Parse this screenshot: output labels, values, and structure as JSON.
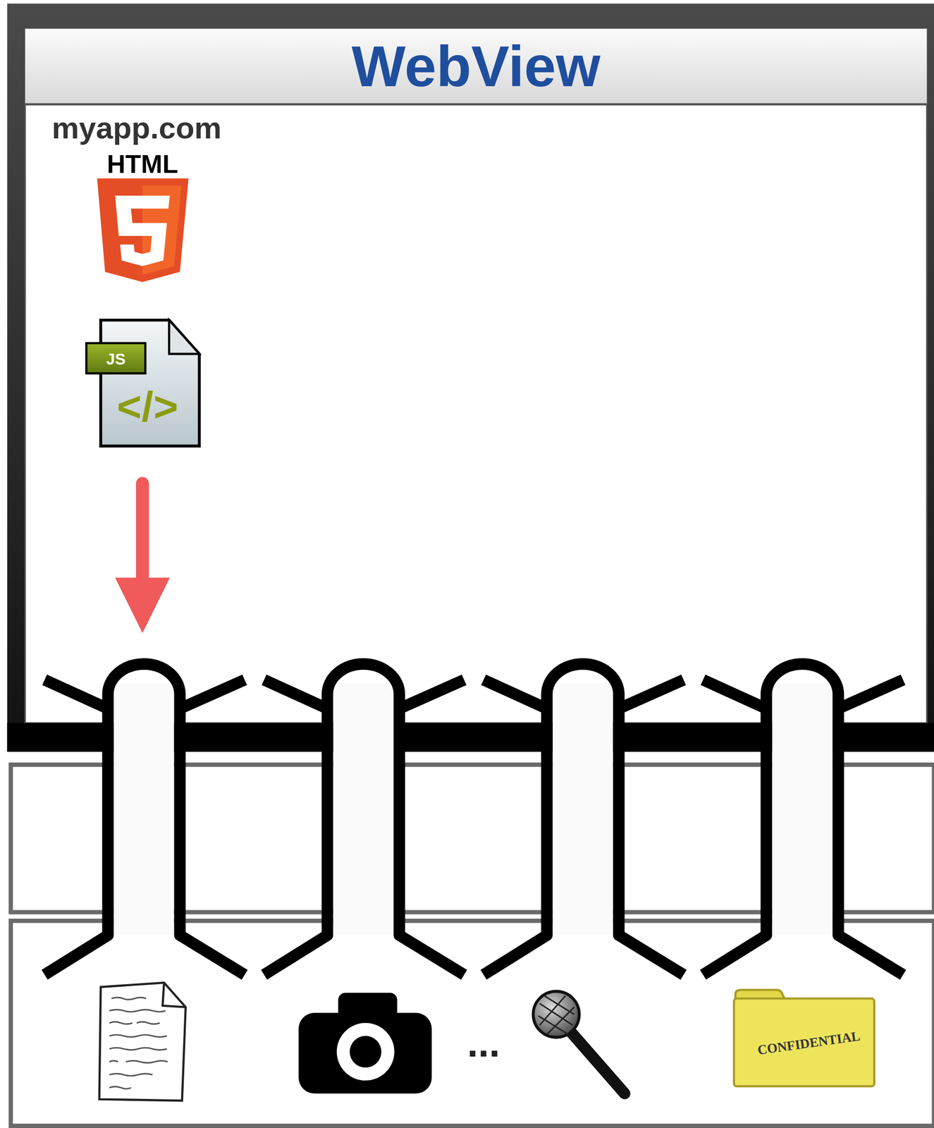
{
  "diagram": {
    "nodes": [
      {
        "text": [
          "WebView",
          "myapp.com"
        ]
      }
    ],
    "labels": [
      "HTML",
      "JS",
      "</>",
      "...",
      "CONFIDENTIAL"
    ]
  }
}
